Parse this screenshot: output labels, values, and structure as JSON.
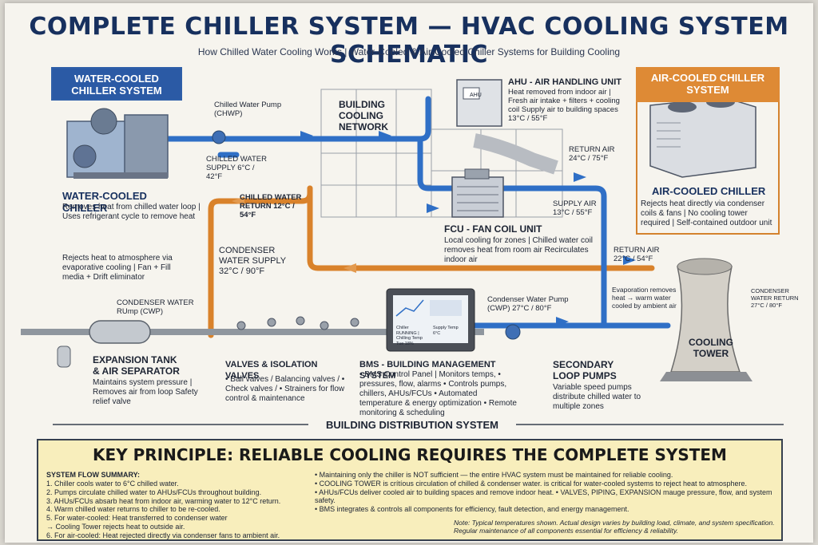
{
  "header": {
    "title": "COMPLETE CHILLER SYSTEM — HVAC COOLING SYSTEM SCHEMATIC",
    "subtitle": "How Chilled Water Cooling Works | Water-Cooled & Air-Cooled Chiller Systems for Building Cooling"
  },
  "water_cooled": {
    "box_title": "WATER-COOLED CHILLER SYSTEM",
    "name": "WATER-COOLED CHILLER",
    "desc": "Removes heat from chilled water loop | Uses refrigerant cycle to remove heat"
  },
  "air_cooled": {
    "box_title": "AIR-COOLED CHILLER SYSTEM",
    "name": "AIR-COOLED CHILLER",
    "desc": "Rejects heat directly via condenser coils & fans | No cooling tower required | Self-contained outdoor unit"
  },
  "building": {
    "label": "BUILDING COOLING NETWORK"
  },
  "ahu": {
    "name": "AHU - AIR HANDLING UNIT",
    "desc": "Heat removed from indoor air | Fresh air intake + filters + cooling coil Supply air to building spaces 13°C / 55°F",
    "tag": "AHU"
  },
  "fcu": {
    "name": "FCU - FAN COIL UNIT",
    "desc": "Local cooling for zones | Chilled water coil removes heat from room air Recirculates indoor air"
  },
  "flows": {
    "chwp": "Chilled Water Pump (CHWP)",
    "chw_supply": "CHILLED WATER SUPPLY 6°C / 42°F",
    "chw_return": "CHILLED WATER RETURN 12°C / 54°F",
    "cond_supply": "CONDENSER WATER SUPPLY 32°C / 90°F",
    "return_air_1": "RETURN AIR 24°C / 75°F",
    "supply_air": "SUPPLY AIR 13°C / 55°F",
    "return_air_2": "RETURN AIR 22°C / 54°F",
    "evap": "Evaporation removes heat → warm water cooled by ambient air",
    "cond_return": "CONDENSER WATER RETURN 27°C / 80°F",
    "reject": "Rejects heat to atmosphere via evaporative cooling | Fan + Fill media + Drift eliminator",
    "cwp_left": "CONDENSER WATER RUmp (CWP)",
    "cwp_right": "Condenser Water Pump (CWP) 27°C / 80°F"
  },
  "components": {
    "tank_name": "EXPANSION TANK & AIR SEPARATOR",
    "tank_desc": "Maintains system pressure | Removes air from loop Safety relief valve",
    "valves_name": "VALVES & ISOLATION VALVES",
    "valves_desc": "• Ball valves / Balancing valves / • Check valves / • Strainers for flow control & maintenance",
    "bms_name": "BMS - BUILDING MANAGEMENT SYSTEM",
    "bms_desc": "• BMS Control Panel | Monitors temps, • pressures, flow, alarms • Controls pumps, chillers, AHUs/FCUs • Automated temperature & energy optimization • Remote monitoring & scheduling",
    "sec_name": "SECONDARY LOOP PUMPS",
    "sec_desc": "Variable speed pumps distribute chilled water to multiple zones",
    "tower_name": "COOLING TOWER",
    "bms_screen_1": "Chiller RUNNING | Chilling Temp Tue 18%",
    "bms_screen_2": "Supply Temp 6°C"
  },
  "distribution": "BUILDING DISTRIBUTION SYSTEM",
  "principle": {
    "title": "KEY PRINCIPLE: RELIABLE COOLING REQUIRES THE COMPLETE SYSTEM",
    "summary_title": "SYSTEM FLOW SUMMARY:",
    "steps": [
      "1. Chiller cools water to 6°C chilled water.",
      "2. Pumps circulate chilled water to AHUs/FCUs throughout building.",
      "3. AHUs/FCUs absarb heat from indoor air, warming water to 12°C return.",
      "4. Warm chilled water returns to chiller to be re-cooled.",
      "5. For water-cooled: Heat transferred to condenser water",
      "→ Cooling Tower rejects heat to outside air.",
      "6. For air-cooled: Heat rejected directly via condenser fans to ambient air."
    ],
    "points": [
      "• Maintaining only the chiller is NOT sufficient — the entire HVAC system must be maintained for reliable cooling.",
      "• COOLING TOWER is crítíous circulation of chilled & condenser water.   is critical for water-cooled systems to reject heat to atmosphere.",
      "• AHUs/FCUs deliver cooled air to building spaces and remove indoor heat.  • VALVES, PIPING, EXPANSION mauge pressure, flow, and system safety.",
      "• BMS integrates & controls all components for efficiency, fault detection, and energy management."
    ],
    "note_1": "Note: Typical temperatures shown. Actual design varies by building load, climate, and system specification.",
    "note_2": "Regular maintenance of all components essential for efficiency & reliability."
  },
  "colors": {
    "chilled": "#2f6fc6",
    "condenser": "#d9822b",
    "title_navy": "#17305e",
    "principle_bg": "#f8eebc"
  }
}
